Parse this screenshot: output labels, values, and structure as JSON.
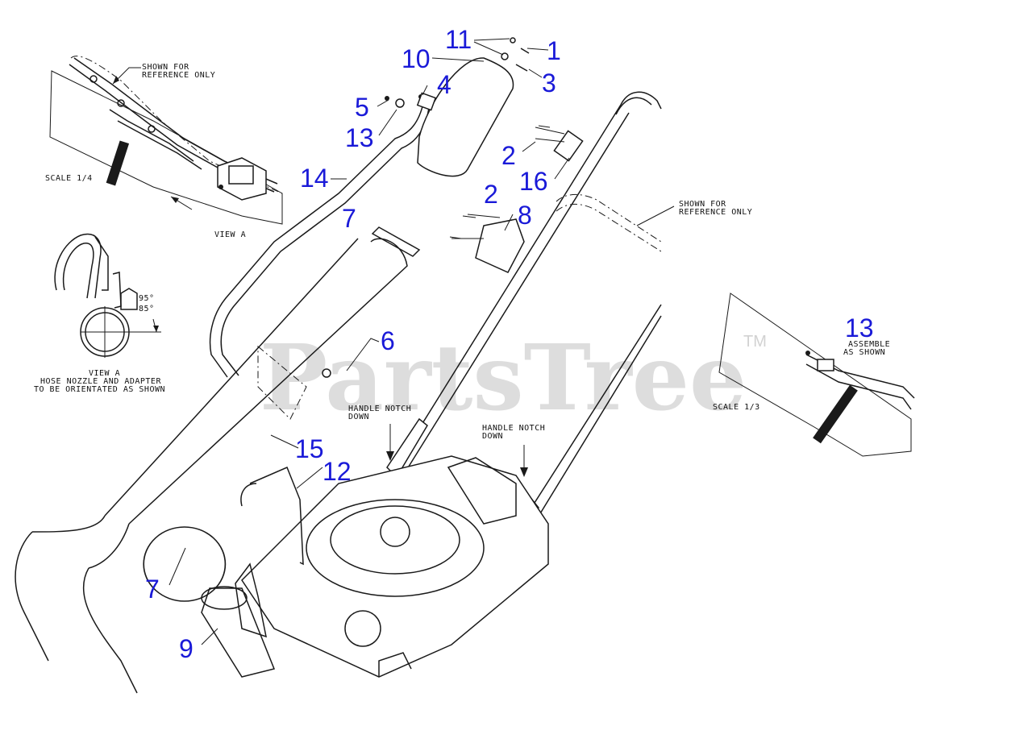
{
  "watermark": {
    "text": "PartsTree",
    "trademark": "TM"
  },
  "callouts": {
    "c11": "11",
    "c1": "1",
    "c10": "10",
    "c3": "3",
    "c4": "4",
    "c5": "5",
    "c13a": "13",
    "c2a": "2",
    "c16": "16",
    "c14": "14",
    "c2b": "2",
    "c8": "8",
    "c7a": "7",
    "c6": "6",
    "c13b": "13",
    "c15": "15",
    "c12": "12",
    "c7b": "7",
    "c9": "9"
  },
  "notes": {
    "ref1_l1": "SHOWN FOR",
    "ref1_l2": "REFERENCE ONLY",
    "scale_left": "SCALE 1/4",
    "view_a_arrow": "VIEW A",
    "ref2_l1": "SHOWN FOR",
    "ref2_l2": "REFERENCE ONLY",
    "angle_95": "95°",
    "angle_85": "85°",
    "view_a_l1": "VIEW A",
    "view_a_l2": "HOSE NOZZLE AND ADAPTER",
    "view_a_l3": "TO BE ORIENTATED AS SHOWN",
    "assemble_l1": "ASSEMBLE",
    "assemble_l2": "AS SHOWN",
    "scale_right": "SCALE 1/3",
    "notch1_l1": "HANDLE NOTCH",
    "notch1_l2": "DOWN",
    "notch2_l1": "HANDLE NOTCH",
    "notch2_l2": "DOWN"
  }
}
